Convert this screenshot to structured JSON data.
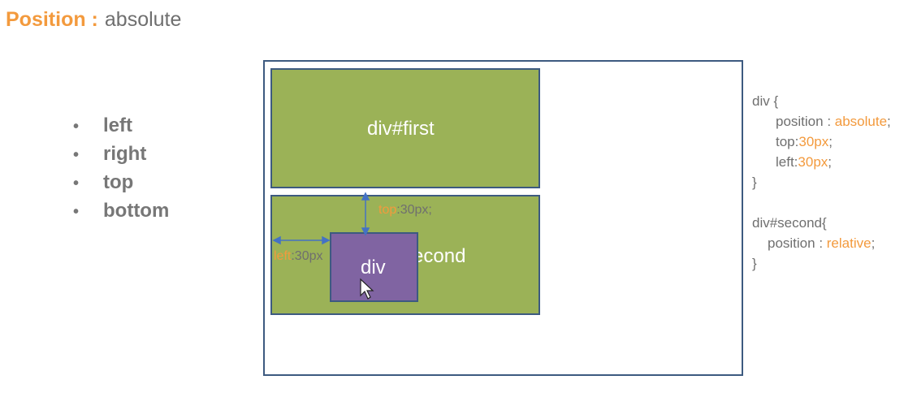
{
  "title": {
    "keyword": "Position :",
    "value": "absolute"
  },
  "bullets": [
    "left",
    "right",
    "top",
    "bottom"
  ],
  "diagram": {
    "first_label": "div#first",
    "second_label": "div#second",
    "inner_label": "div",
    "annotation_top": {
      "prop": "top",
      "value": ":30px;"
    },
    "annotation_left": {
      "prop": "left",
      "value": ":30px"
    }
  },
  "code": {
    "block1": {
      "selector": "div {",
      "line1": {
        "prop": "position : ",
        "value": "absolute",
        "end": ";"
      },
      "line2": {
        "prop": "top:",
        "value": "30px",
        "end": ";"
      },
      "line3": {
        "prop": "left:",
        "value": "30px",
        "end": ";"
      },
      "close": "}"
    },
    "block2": {
      "selector": "div#second{",
      "line1": {
        "prop": "position : ",
        "value": "relative",
        "end": ";"
      },
      "close": "}"
    }
  },
  "colors": {
    "accent": "#F39A3D",
    "green": "#9BB257",
    "purple": "#8064A2",
    "border": "#3D5A80",
    "arrow": "#4472C4",
    "text": "#6f6f6f"
  }
}
